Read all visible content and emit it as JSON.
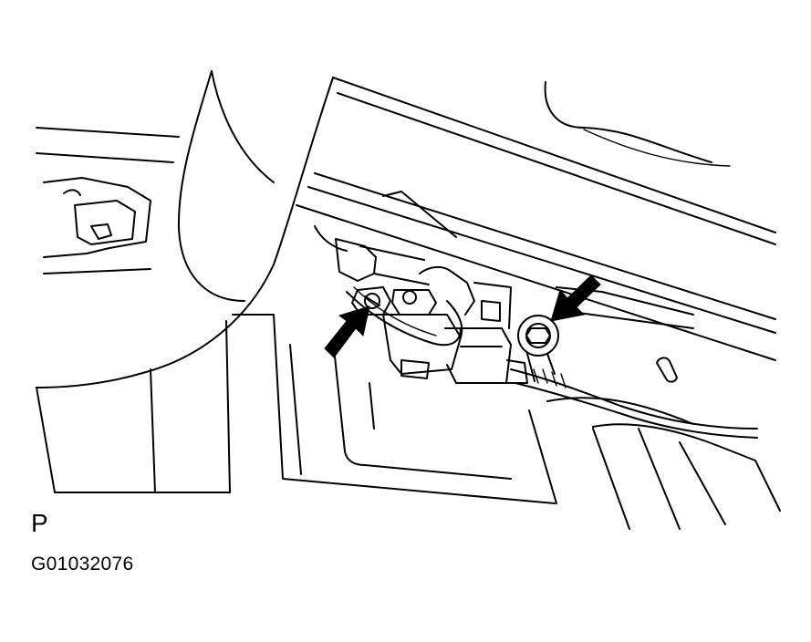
{
  "view_letter": "P",
  "figure_id": "G01032076",
  "line_color": "#000000",
  "background_color": "#ffffff",
  "callouts": [
    {
      "name": "left-bolt-arrow",
      "points_to": "left-mounting-bolt"
    },
    {
      "name": "right-bolt-arrow",
      "points_to": "right-mounting-nut"
    }
  ]
}
